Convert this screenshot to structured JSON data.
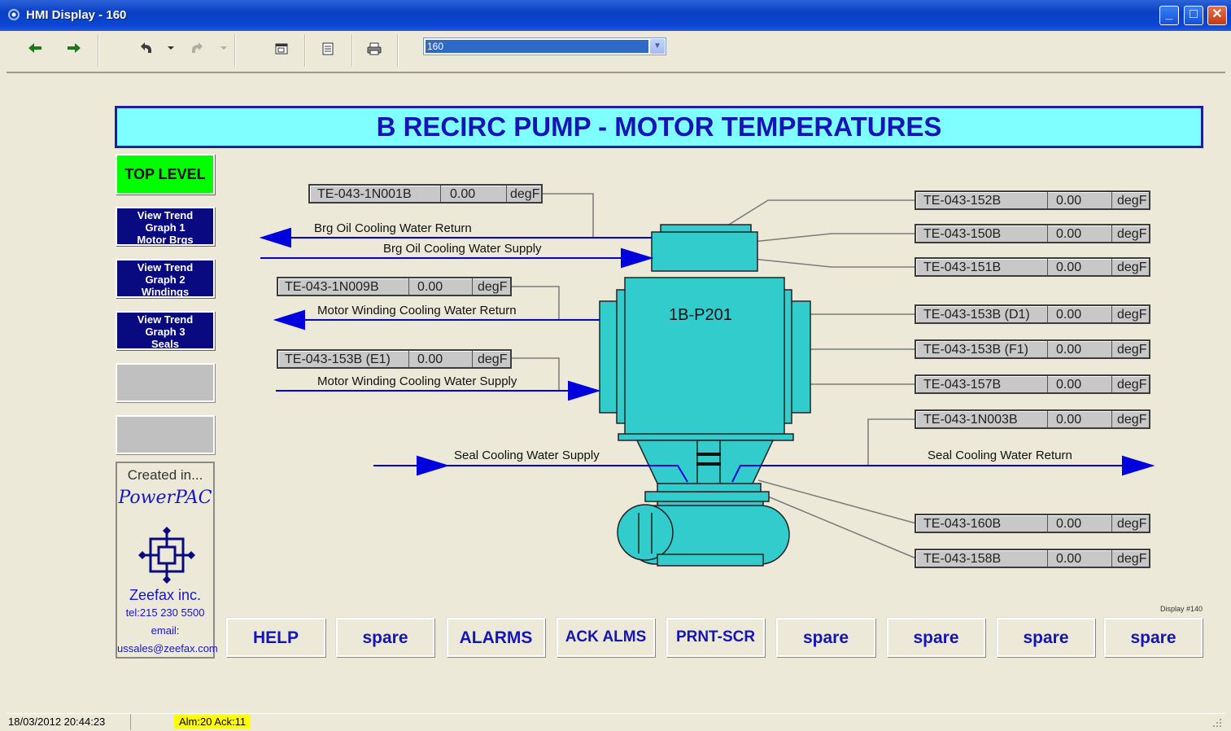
{
  "window": {
    "title": "HMI Display - 160"
  },
  "toolbar": {
    "back_icon": "arrow-left-icon",
    "forward_icon": "arrow-right-icon",
    "undo_icon": "undo-icon",
    "redo_icon": "redo-icon",
    "display_select": "160"
  },
  "banner": {
    "title": "B RECIRC PUMP - MOTOR TEMPERATURES"
  },
  "nav": {
    "top_level": "TOP LEVEL",
    "trend1": [
      "View Trend",
      "Graph 1",
      "Motor Brgs"
    ],
    "trend2": [
      "View Trend",
      "Graph 2",
      "Windings"
    ],
    "trend3": [
      "View Trend",
      "Graph 3",
      "Seals"
    ]
  },
  "credit": {
    "created": "Created in...",
    "product": "PowerPAC",
    "company": "Zeefax inc.",
    "tel": "tel:215 230 5500",
    "email_label": "email:",
    "email": "ussales@zeefax.com"
  },
  "pump_label": "1B-P201",
  "tags": {
    "t1n001b": {
      "name": "TE-043-1N001B",
      "value": "0.00",
      "unit": "degF"
    },
    "t1n009b": {
      "name": "TE-043-1N009B",
      "value": "0.00",
      "unit": "degF"
    },
    "t153be1": {
      "name": "TE-043-153B (E1)",
      "value": "0.00",
      "unit": "degF"
    },
    "t152b": {
      "name": "TE-043-152B",
      "value": "0.00",
      "unit": "degF"
    },
    "t150b": {
      "name": "TE-043-150B",
      "value": "0.00",
      "unit": "degF"
    },
    "t151b": {
      "name": "TE-043-151B",
      "value": "0.00",
      "unit": "degF"
    },
    "t153bd1": {
      "name": "TE-043-153B (D1)",
      "value": "0.00",
      "unit": "degF"
    },
    "t153bf1": {
      "name": "TE-043-153B (F1)",
      "value": "0.00",
      "unit": "degF"
    },
    "t157b": {
      "name": "TE-043-157B",
      "value": "0.00",
      "unit": "degF"
    },
    "t1n003b": {
      "name": "TE-043-1N003B",
      "value": "0.00",
      "unit": "degF"
    },
    "t160b": {
      "name": "TE-043-160B",
      "value": "0.00",
      "unit": "degF"
    },
    "t158b": {
      "name": "TE-043-158B",
      "value": "0.00",
      "unit": "degF"
    }
  },
  "flows": {
    "brg_return": "Brg Oil Cooling Water Return",
    "brg_supply": "Brg Oil Cooling Water Supply",
    "mw_return": "Motor Winding Cooling Water Return",
    "mw_supply": "Motor Winding Cooling Water Supply",
    "seal_supply": "Seal Cooling Water Supply",
    "seal_return": "Seal Cooling Water Return"
  },
  "buttons": [
    "HELP",
    "spare",
    "ALARMS",
    "ACK ALMS",
    "PRNT-SCR",
    "spare",
    "spare",
    "spare",
    "spare"
  ],
  "display_id": "Display #140",
  "status": {
    "datetime": "18/03/2012 20:44:23",
    "alarms": "Alm:20 Ack:11"
  },
  "colors": {
    "banner_bg": "#7FFFFF",
    "pump": "#33CCCC",
    "flow_line": "#0000DD",
    "top_level_bg": "#00FF00",
    "nav_bg": "#0A0A80"
  }
}
